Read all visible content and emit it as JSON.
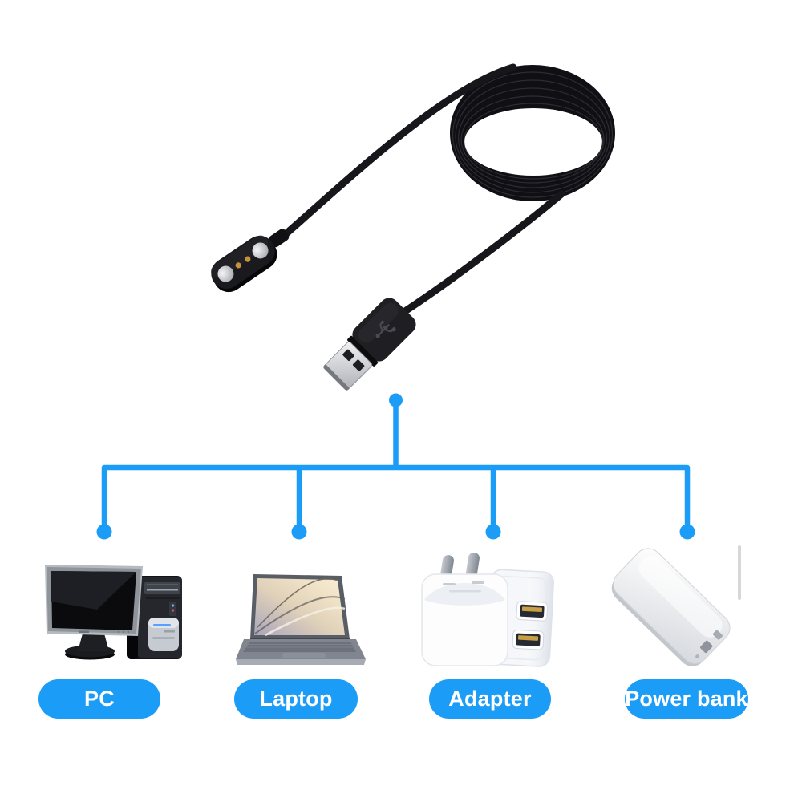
{
  "colors": {
    "accent": "#1b9cf7",
    "background": "#ffffff",
    "cable_black": "#141418"
  },
  "product": {
    "type": "magnetic watch charging cable",
    "parts": [
      {
        "name": "coiled-cable"
      },
      {
        "name": "magnetic-charging-connector"
      },
      {
        "name": "usb-a-plug"
      }
    ]
  },
  "diagram": {
    "targets": [
      {
        "label": "PC",
        "icon": "desktop-pc-icon"
      },
      {
        "label": "Laptop",
        "icon": "laptop-icon"
      },
      {
        "label": "Adapter",
        "icon": "wall-adapter-icon"
      },
      {
        "label": "Power bank",
        "icon": "power-bank-icon"
      }
    ]
  }
}
